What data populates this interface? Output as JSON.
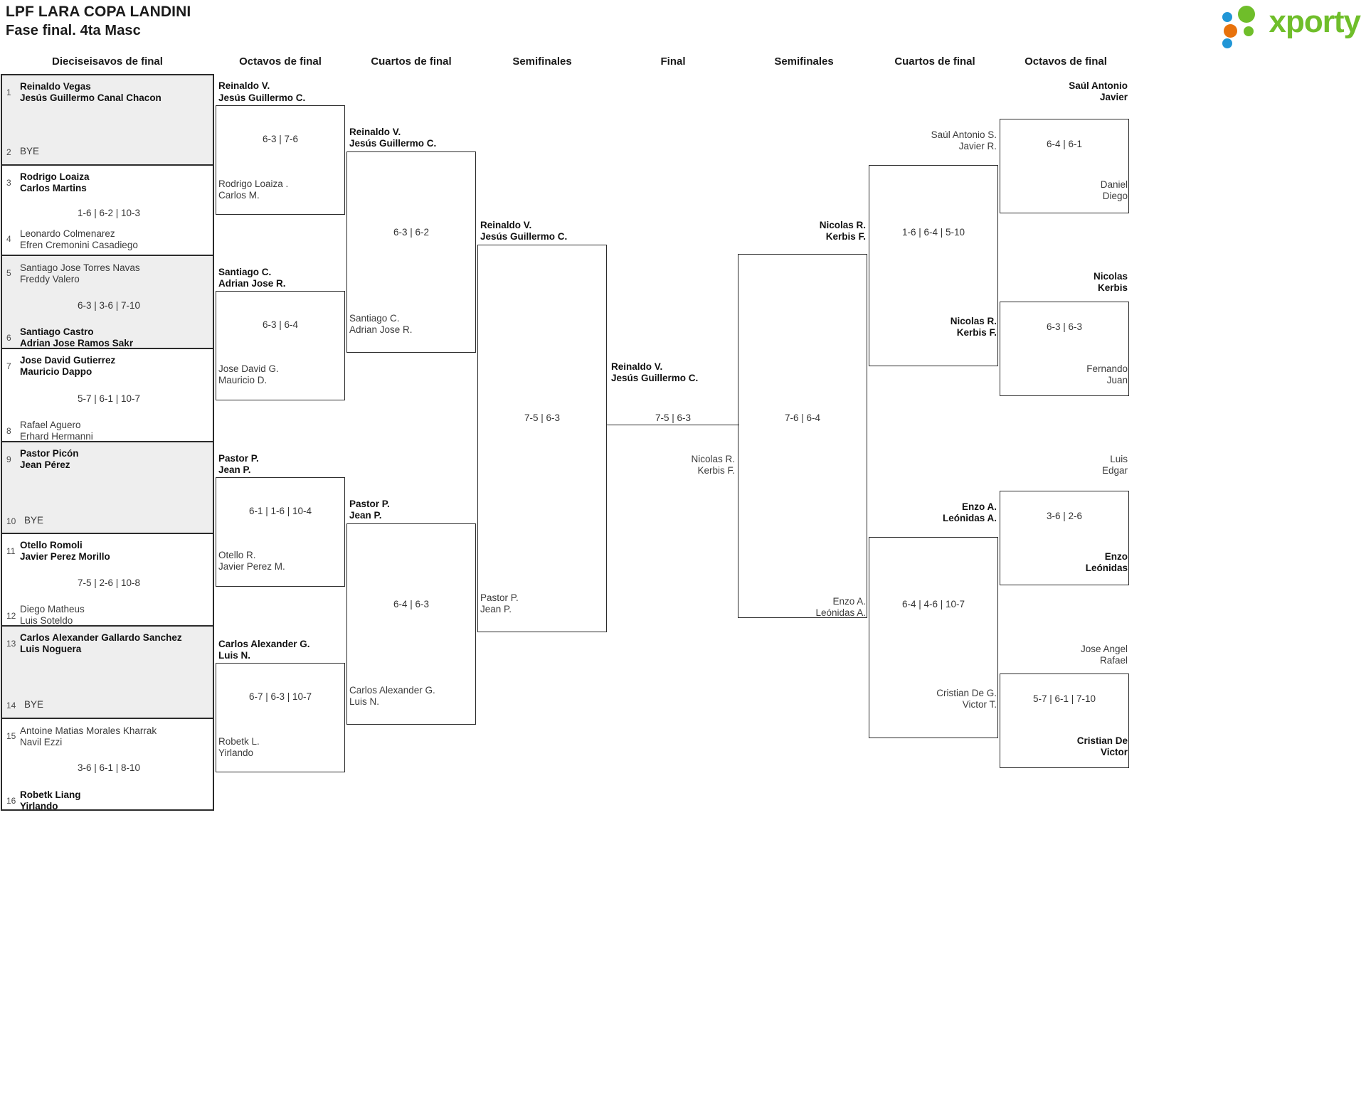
{
  "header": {
    "title": "LPF LARA COPA LANDINI",
    "subtitle": "Fase final. 4ta Masc",
    "logo_text": "xporty",
    "logo_colors": {
      "green": "#6FBE2A",
      "blue": "#2196D6",
      "orange": "#E8720C"
    }
  },
  "round_headings": {
    "left": [
      "Dieciseisavos de final",
      "Octavos de final",
      "Cuartos de final",
      "Semifinales"
    ],
    "center": "Final",
    "right": [
      "Semifinales",
      "Cuartos de final",
      "Octavos de final"
    ]
  },
  "round1": [
    {
      "seed": "1",
      "p1": "Reinaldo Vegas",
      "p2": "Jesús Guillermo Canal Chacon",
      "winner": true,
      "shaded": true,
      "opp_seed": "2",
      "opp_bye": "BYE",
      "score": ""
    },
    {
      "seed": "3",
      "p1": "Rodrigo Loaiza",
      "p2": "Carlos Martins",
      "winner": true,
      "shaded": false,
      "opp_seed": "4",
      "opp_p1": "Leonardo Colmenarez",
      "opp_p2": "Efren Cremonini Casadiego",
      "score": "1-6 | 6-2 | 10-3"
    },
    {
      "seed": "5",
      "p1": "Santiago Jose Torres Navas",
      "p2": "Freddy Valero",
      "winner": false,
      "shaded": true,
      "opp_seed": "6",
      "opp_p1": "Santiago Castro",
      "opp_p2": "Adrian Jose Ramos Sakr",
      "opp_winner": true,
      "score": "6-3 | 3-6 | 7-10"
    },
    {
      "seed": "7",
      "p1": "Jose David Gutierrez",
      "p2": "Mauricio Dappo",
      "winner": true,
      "shaded": false,
      "opp_seed": "8",
      "opp_p1": "Rafael Aguero",
      "opp_p2": "Erhard Hermanni",
      "score": "5-7 | 6-1 | 10-7"
    },
    {
      "seed": "9",
      "p1": "Pastor Picón",
      "p2": "Jean Pérez",
      "winner": true,
      "shaded": true,
      "opp_seed": "10",
      "opp_bye": "BYE",
      "score": ""
    },
    {
      "seed": "11",
      "p1": "Otello Romoli",
      "p2": "Javier Perez Morillo",
      "winner": true,
      "shaded": false,
      "opp_seed": "12",
      "opp_p1": "Diego Matheus",
      "opp_p2": "Luis Soteldo",
      "score": "7-5 | 2-6 | 10-8"
    },
    {
      "seed": "13",
      "p1": "Carlos Alexander Gallardo Sanchez",
      "p2": "Luis Noguera",
      "winner": true,
      "shaded": true,
      "opp_seed": "14",
      "opp_bye": "BYE",
      "score": ""
    },
    {
      "seed": "15",
      "p1": "Antoine Matias Morales Kharrak",
      "p2": "Navil Ezzi",
      "winner": false,
      "shaded": false,
      "opp_seed": "16",
      "opp_p1": "Robetk Liang",
      "opp_p2": "Yirlando",
      "opp_winner": true,
      "score": "3-6 | 6-1 | 8-10"
    }
  ],
  "left_octavos": [
    {
      "top_p1": "Reinaldo V.",
      "top_p2": "Jesús Guillermo C.",
      "top_winner": true,
      "score": "6-3 | 7-6",
      "bot_p1": "Rodrigo Loaiza .",
      "bot_p2": "Carlos M.",
      "bot_winner": false
    },
    {
      "top_p1": "Santiago C.",
      "top_p2": "Adrian Jose R.",
      "top_winner": true,
      "score": "6-3 | 6-4",
      "bot_p1": "Jose David G.",
      "bot_p2": "Mauricio D.",
      "bot_winner": false
    },
    {
      "top_p1": "Pastor P.",
      "top_p2": "Jean P.",
      "top_winner": true,
      "score": "6-1 | 1-6 | 10-4",
      "bot_p1": "Otello R.",
      "bot_p2": "Javier Perez M.",
      "bot_winner": false
    },
    {
      "top_p1": "Carlos Alexander G.",
      "top_p2": "Luis N.",
      "top_winner": true,
      "score": "6-7 | 6-3 | 10-7",
      "bot_p1": "Robetk L.",
      "bot_p2": "Yirlando",
      "bot_winner": false
    }
  ],
  "left_cuartos": [
    {
      "top_p1": "Reinaldo V.",
      "top_p2": "Jesús Guillermo C.",
      "top_winner": true,
      "score": "6-3 | 6-2",
      "bot_p1": "Santiago C.",
      "bot_p2": "Adrian Jose R.",
      "bot_winner": false
    },
    {
      "top_p1": "Pastor P.",
      "top_p2": "Jean P.",
      "top_winner": true,
      "score": "6-4 | 6-3",
      "bot_p1": "Carlos Alexander G.",
      "bot_p2": "Luis N.",
      "bot_winner": false
    }
  ],
  "left_semi": {
    "top_p1": "Reinaldo V.",
    "top_p2": "Jesús Guillermo C.",
    "top_winner": true,
    "score": "7-5 | 6-3",
    "bot_p1": "Pastor P.",
    "bot_p2": "Jean P.",
    "bot_winner": false
  },
  "final": {
    "top_p1": "Reinaldo V.",
    "top_p2": "Jesús Guillermo C.",
    "top_winner": true,
    "score": "7-5 | 6-3",
    "bot_p1": "Nicolas R.",
    "bot_p2": "Kerbis F.",
    "bot_winner": false
  },
  "right_semi": {
    "top_p1": "Nicolas R.",
    "top_p2": "Kerbis F.",
    "top_winner": true,
    "score": "7-6 | 6-4",
    "bot_p1": "Enzo A.",
    "bot_p2": "Leónidas A.",
    "bot_winner": false
  },
  "right_cuartos": [
    {
      "top_p1": "Saúl Antonio S.",
      "top_p2": "Javier R.",
      "top_winner": false,
      "score": "1-6 | 6-4 | 5-10",
      "bot_p1": "Nicolas R.",
      "bot_p2": "Kerbis F.",
      "bot_winner": true
    },
    {
      "top_p1": "Enzo A.",
      "top_p2": "Leónidas A.",
      "top_winner": true,
      "score": "6-4 | 4-6 | 10-7",
      "bot_p1": "Cristian De G.",
      "bot_p2": "Victor T.",
      "bot_winner": false
    }
  ],
  "right_octavos": [
    {
      "top_p1": "Saúl Antonio",
      "top_p2": "Javier",
      "top_winner": true,
      "score": "6-4 | 6-1",
      "bot_p1": "Daniel",
      "bot_p2": "Diego",
      "bot_winner": false
    },
    {
      "top_p1": "Nicolas",
      "top_p2": "Kerbis",
      "top_winner": true,
      "score": "6-3 | 6-3",
      "bot_p1": "Fernando",
      "bot_p2": "Juan",
      "bot_winner": false
    },
    {
      "top_p1": "Luis",
      "top_p2": "Edgar",
      "top_winner": false,
      "score": "3-6 | 2-6",
      "bot_p1": "Enzo",
      "bot_p2": "Leónidas",
      "bot_winner": true
    },
    {
      "top_p1": "Jose Angel",
      "top_p2": "Rafael",
      "top_winner": false,
      "score": "5-7 | 6-1 | 7-10",
      "bot_p1": "Cristian De",
      "bot_p2": "Victor",
      "bot_winner": true
    }
  ]
}
